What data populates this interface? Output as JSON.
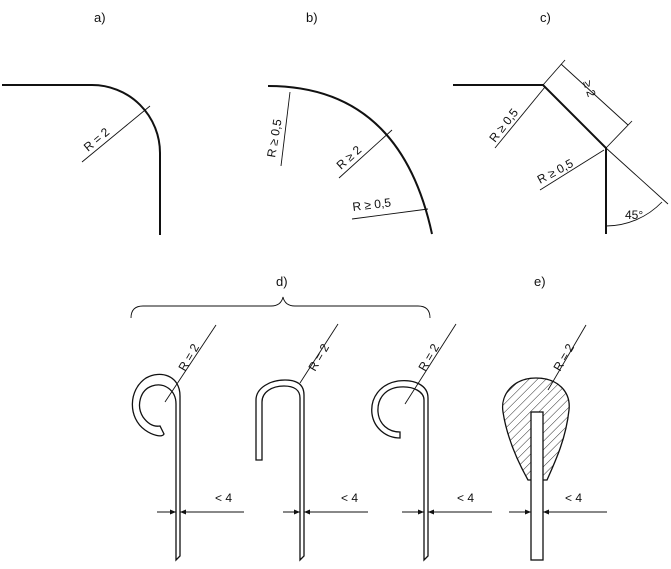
{
  "panels": {
    "a": {
      "label": "a)",
      "radius": "R = 2"
    },
    "b": {
      "label": "b)",
      "radius_small_1": "R ≥ 0,5",
      "radius_large": "R ≥ 2",
      "radius_small_2": "R ≥ 0,5"
    },
    "c": {
      "label": "c)",
      "chamfer": "≥ 2",
      "radius_1": "R ≥ 0,5",
      "radius_2": "R ≥ 0,5",
      "angle": "45°"
    },
    "d": {
      "label": "d)",
      "hooks": [
        {
          "radius": "R = 2",
          "gap": "< 4"
        },
        {
          "radius": "R = 2",
          "gap": "< 4"
        },
        {
          "radius": "R = 2",
          "gap": "< 4"
        }
      ]
    },
    "e": {
      "label": "e)",
      "radius": "R = 2",
      "gap": "< 4"
    }
  }
}
